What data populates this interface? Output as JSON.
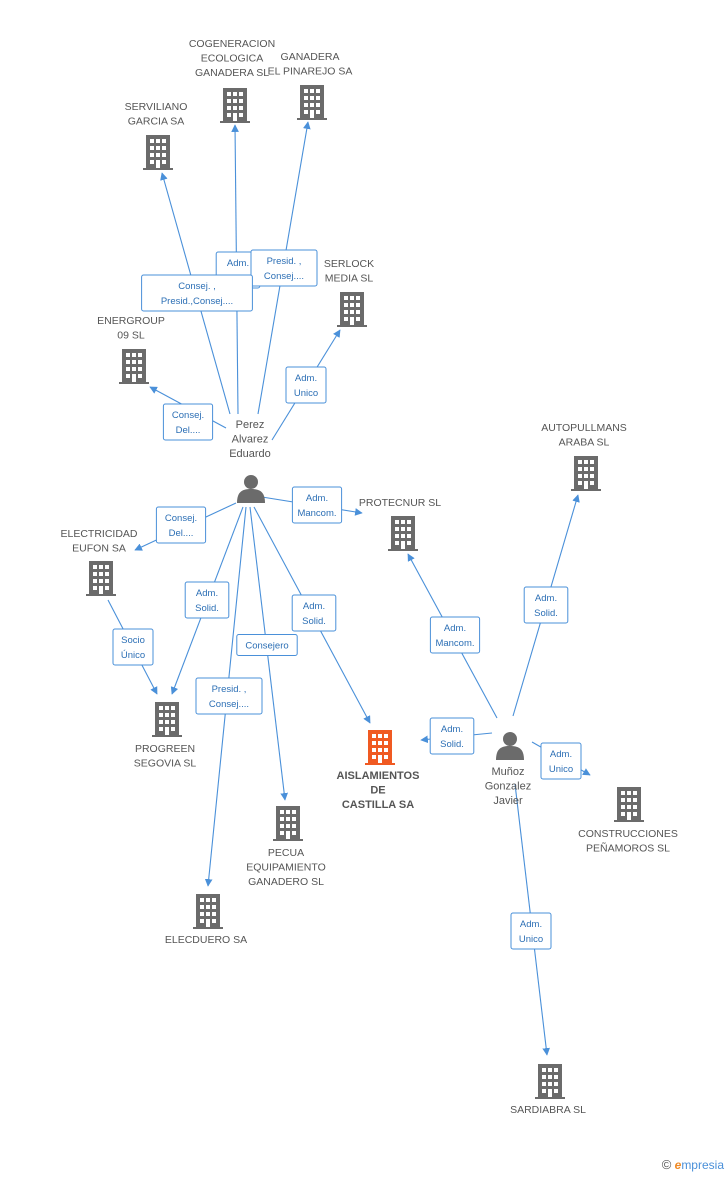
{
  "colors": {
    "building": "#6b6b6b",
    "main_building": "#f05a22",
    "edge": "#4a90d9",
    "label": "#555555"
  },
  "companies": [
    {
      "id": "cogeneracion",
      "lines": [
        "COGENERACION",
        "ECOLOGICA",
        "GANADERA SL"
      ],
      "main": false
    },
    {
      "id": "ganadera",
      "lines": [
        "GANADERA",
        "EL PINAREJO SA"
      ],
      "main": false
    },
    {
      "id": "serviliano",
      "lines": [
        "SERVILIANO",
        "GARCIA SA"
      ],
      "main": false
    },
    {
      "id": "serlock",
      "lines": [
        "SERLOCK",
        "MEDIA SL"
      ],
      "main": false
    },
    {
      "id": "energroup",
      "lines": [
        "ENERGROUP",
        "09 SL"
      ],
      "main": false
    },
    {
      "id": "autopullmans",
      "lines": [
        "AUTOPULLMANS",
        "ARABA SL"
      ],
      "main": false
    },
    {
      "id": "protecnur",
      "lines": [
        "PROTECNUR SL"
      ],
      "main": false
    },
    {
      "id": "electricidad",
      "lines": [
        "ELECTRICIDAD",
        "EUFON SA"
      ],
      "main": false
    },
    {
      "id": "progreen",
      "lines": [
        "PROGREEN",
        "SEGOVIA SL"
      ],
      "main": false
    },
    {
      "id": "aislamientos",
      "lines": [
        "AISLAMIENTOS",
        "DE",
        "CASTILLA SA"
      ],
      "main": true
    },
    {
      "id": "construcciones",
      "lines": [
        "CONSTRUCCIONES",
        "PEÑAMOROS SL"
      ],
      "main": false
    },
    {
      "id": "pecua",
      "lines": [
        "PECUA",
        "EQUIPAMIENTO",
        "GANADERO SL"
      ],
      "main": false
    },
    {
      "id": "elecduero",
      "lines": [
        "ELECDUERO SA"
      ],
      "main": false
    },
    {
      "id": "sardiabra",
      "lines": [
        "SARDIABRA SL"
      ],
      "main": false
    }
  ],
  "persons": [
    {
      "id": "perez",
      "lines": [
        "Perez",
        "Alvarez",
        "Eduardo"
      ]
    },
    {
      "id": "munoz",
      "lines": [
        "Muñoz",
        "Gonzalez",
        "Javier"
      ]
    }
  ],
  "relations": [
    {
      "id": "r-perez-cogeneracion",
      "lines": [
        "Adm.",
        "Solid."
      ]
    },
    {
      "id": "r-perez-ganadera",
      "lines": [
        "Presid. ,",
        "Consej...."
      ]
    },
    {
      "id": "r-perez-serviliano",
      "lines": [
        "Consej. ,",
        "Presid.,Consej...."
      ]
    },
    {
      "id": "r-perez-serlock",
      "lines": [
        "Adm.",
        "Unico"
      ]
    },
    {
      "id": "r-perez-energroup",
      "lines": [
        "Consej.",
        "Del...."
      ]
    },
    {
      "id": "r-perez-protecnur",
      "lines": [
        "Adm.",
        "Mancom."
      ]
    },
    {
      "id": "r-perez-electricidad",
      "lines": [
        "Consej.",
        "Del...."
      ]
    },
    {
      "id": "r-perez-progreen",
      "lines": [
        "Adm.",
        "Solid."
      ]
    },
    {
      "id": "r-perez-aislamientos",
      "lines": [
        "Adm.",
        "Solid."
      ]
    },
    {
      "id": "r-perez-pecua",
      "lines": [
        "Consejero"
      ]
    },
    {
      "id": "r-perez-elecduero",
      "lines": [
        "Presid. ,",
        "Consej...."
      ]
    },
    {
      "id": "r-electricidad-progreen",
      "lines": [
        "Socio",
        "Único"
      ]
    },
    {
      "id": "r-munoz-protecnur",
      "lines": [
        "Adm.",
        "Mancom."
      ]
    },
    {
      "id": "r-munoz-autopullmans",
      "lines": [
        "Adm.",
        "Solid."
      ]
    },
    {
      "id": "r-munoz-aislamientos",
      "lines": [
        "Adm.",
        "Solid."
      ]
    },
    {
      "id": "r-munoz-construcciones",
      "lines": [
        "Adm.",
        "Unico"
      ]
    },
    {
      "id": "r-munoz-sardiabra",
      "lines": [
        "Adm.",
        "Unico"
      ]
    }
  ],
  "footer": {
    "copyright": "©",
    "brand_first": "e",
    "brand_rest": "mpresia"
  }
}
